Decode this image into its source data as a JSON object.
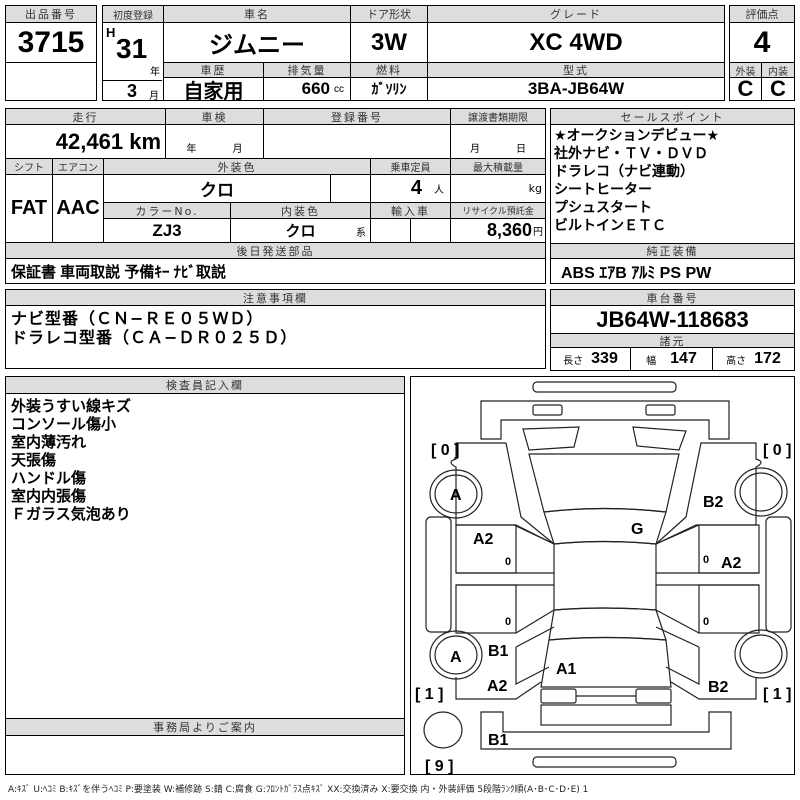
{
  "lot": {
    "label": "出品番号",
    "value": "3715"
  },
  "header": {
    "first_reg_label": "初度登録",
    "era": "H",
    "year": "31",
    "year_unit": "年",
    "month": "3",
    "month_unit": "月",
    "car_name_label": "車名",
    "car_name": "ジムニー",
    "door_label": "ドア形状",
    "door": "3W",
    "grade_label": "グレード",
    "grade": "XC 4WD",
    "history_label": "車歴",
    "history": "自家用",
    "displacement_label": "排気量",
    "displacement": "660",
    "displacement_unit": "cc",
    "fuel_label": "燃料",
    "fuel": "ｶﾞｿﾘﾝ",
    "model_label": "型式",
    "model": "3BA-JB64W"
  },
  "score": {
    "label": "評価点",
    "value": "4",
    "ext_label": "外装",
    "int_label": "内装",
    "ext": "C",
    "int": "C"
  },
  "details": {
    "mileage_label": "走行",
    "mileage": "42,461",
    "mileage_unit": "km",
    "inspection_label": "車検",
    "inspection_year_unit": "年",
    "inspection_month_unit": "月",
    "reg_no_label": "登録番号",
    "transfer_label": "譲渡書類期限",
    "transfer_month_unit": "月",
    "transfer_day_unit": "日",
    "shift_label": "シフト",
    "shift": "FAT",
    "ac_label": "エアコン",
    "ac": "AAC",
    "ext_color_label": "外装色",
    "ext_color": "クロ",
    "capacity_label": "乗車定員",
    "capacity": "4",
    "capacity_unit": "人",
    "max_load_label": "最大積載量",
    "max_load_unit": "kg",
    "color_no_label": "カラーNo.",
    "color_no": "ZJ3",
    "int_color_label": "内装色",
    "int_color": "クロ",
    "int_color_unit": "系",
    "import_label": "輸入車",
    "recycle_label": "リサイクル預託金",
    "recycle": "8,360",
    "recycle_unit": "円",
    "later_parts_label": "後日発送部品",
    "later_parts": "保証書 車両取説 予備ｷｰ ﾅﾋﾞ取説"
  },
  "sales_points": {
    "label": "セールスポイント",
    "items": [
      "★オークションデビュー★",
      "社外ナビ・ＴＶ・ＤＶＤ",
      "ドラレコ（ナビ連動）",
      "シートヒーター",
      "プシュスタート",
      "ビルトインＥＴＣ"
    ]
  },
  "equipment": {
    "label": "純正装備",
    "value": "ABS ｴｱB ｱﾙﾐ PS PW"
  },
  "notes": {
    "label": "注意事項欄",
    "lines": [
      "ナビ型番（ＣＮ−ＲＥ０５ＷＤ）",
      "ドラレコ型番（ＣＡ−ＤＲ０２５Ｄ）"
    ]
  },
  "chassis": {
    "label": "車台番号",
    "value": "JB64W-118683",
    "specs_label": "諸元",
    "length_label": "長さ",
    "length": "339",
    "width_label": "幅",
    "width": "147",
    "height_label": "高さ",
    "height": "172"
  },
  "inspector": {
    "label": "検査員記入欄",
    "lines": [
      "外装うすい線キズ",
      "コンソール傷小",
      "室内薄汚れ",
      "天張傷",
      "ハンドル傷",
      "室内内張傷",
      "Ｆガラス気泡あり"
    ]
  },
  "office": {
    "label": "事務局よりご案内"
  },
  "diagram": {
    "tread_fl": "[ 0 ]",
    "tread_fr": "[ 0 ]",
    "tread_rl": "[ 1 ]",
    "tread_rr": "[ 1 ]",
    "tread_spare": "[ 9 ]",
    "marks": {
      "wheel_fl": "A",
      "fender_fr": "B2",
      "windshield": "G",
      "door_fl": "A2",
      "door_fr": "A2",
      "fender_rl": "B1",
      "wheel_rl": "A",
      "tailgate": "A1",
      "quarter_rl": "A2",
      "quarter_rr": "B2",
      "bumper_r": "B1",
      "zero1": "0",
      "zero2": "0",
      "zero3": "0",
      "zero4": "0"
    }
  },
  "legend": "A:ｷｽﾞ U:ﾍｺﾐ B:ｷｽﾞを伴うﾍｺﾐ P:要塗装 W:補修跡 S:錆 C:腐食 G:ﾌﾛﾝﾄｶﾞﾗｽ点ｷｽﾞ XX:交換済み X:要交換 内・外装評価 5段階ﾗﾝｸ順(A･B･C･D･E) 1"
}
